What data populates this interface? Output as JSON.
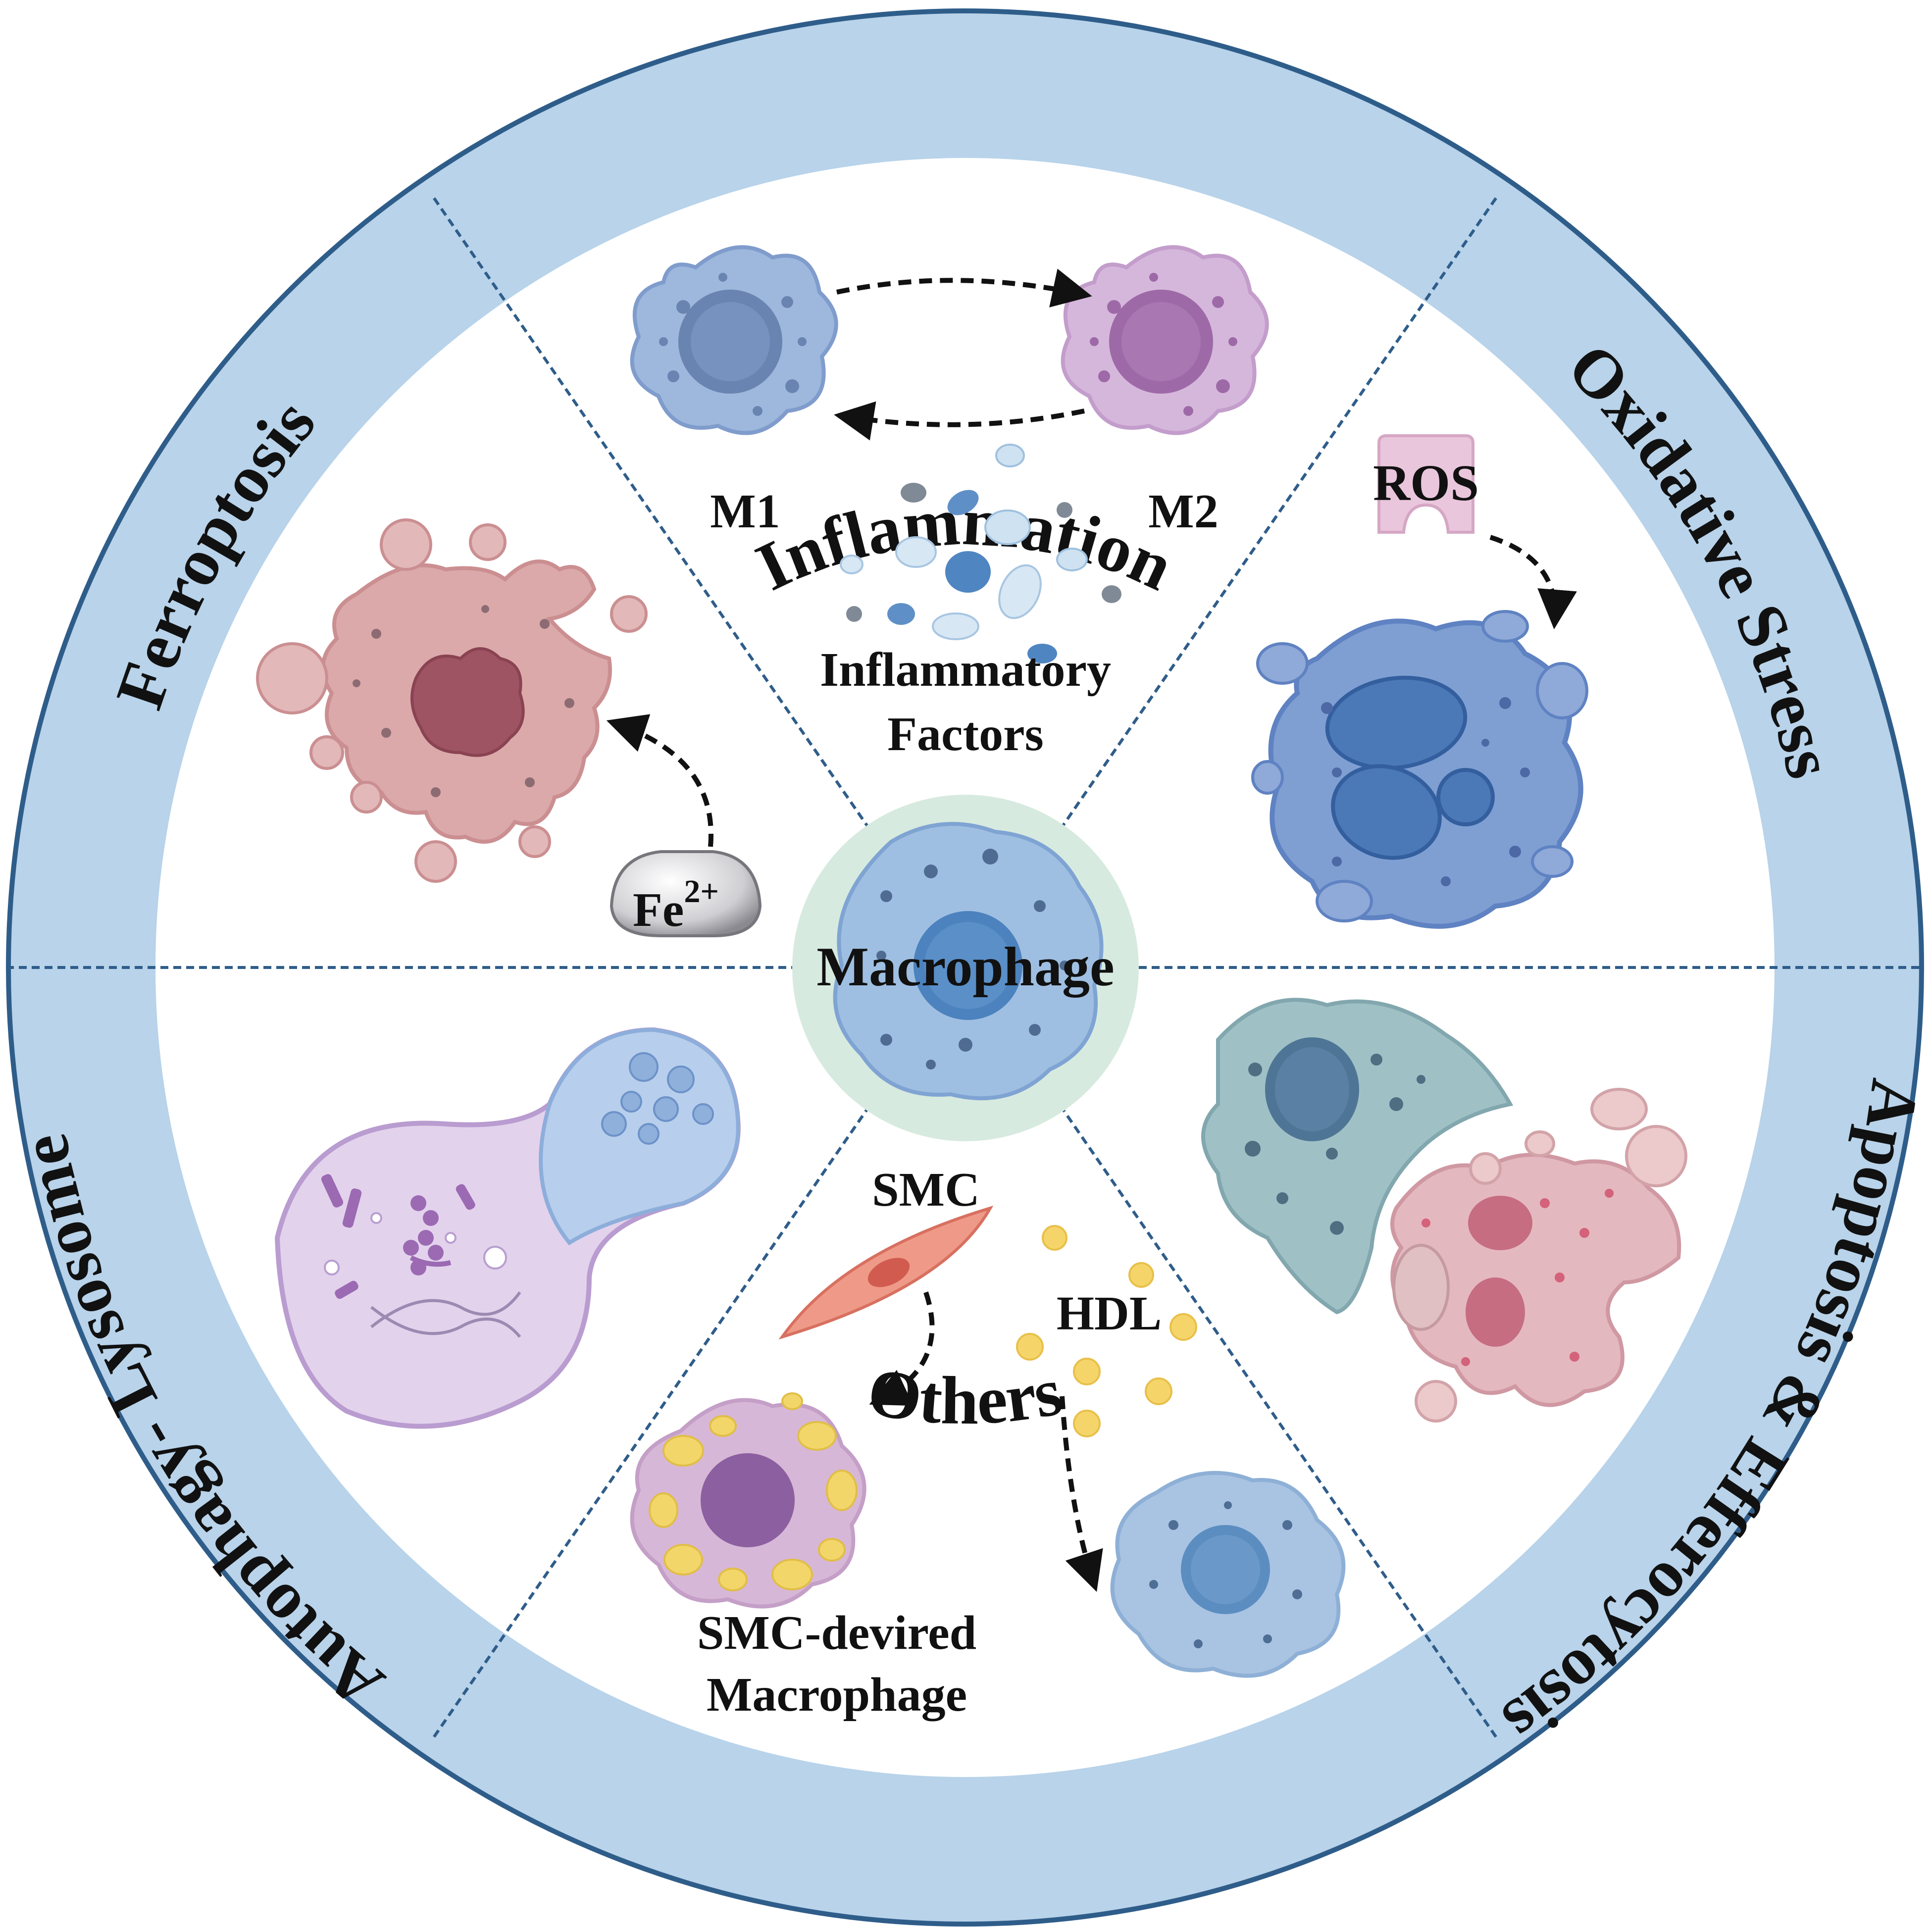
{
  "sections": {
    "inflammation": "Inflammation",
    "oxidative_stress": "Oxidative Stress",
    "apoptosis_efferocytosis": "Apoptosis & Efferocytosis",
    "others": "Others",
    "autophagy_lysosome": "Autophagy- Lysosome",
    "ferroptosis": "Ferroptosis"
  },
  "center": {
    "label": "Macrophage"
  },
  "labels": {
    "m1": "M1",
    "m2": "M2",
    "inflammatory_factors_line1": "Inflammatory",
    "inflammatory_factors_line2": "Factors",
    "ros": "ROS",
    "fe_base": "Fe",
    "fe_sup": "2+",
    "smc": "SMC",
    "hdl": "HDL",
    "smc_derived_line1": "SMC-devired",
    "smc_derived_line2": "Macrophage"
  },
  "colors": {
    "ring": "#b8d3ea",
    "ring_edge": "#2f5d8a",
    "divider": "#2f5d8a",
    "center_halo": "#d7eadf",
    "blue_cell": "#9db8dc",
    "blue_nucleus": "#6a84b2",
    "pink_cell": "#d6b7dc",
    "pink_nucleus": "#9d6aa7",
    "ferroptosis_cell": "#dba9aa",
    "ferroptosis_nucleus": "#9e5462",
    "smc_fiber": "#ef9a88",
    "lipid": "#f3d66a"
  }
}
